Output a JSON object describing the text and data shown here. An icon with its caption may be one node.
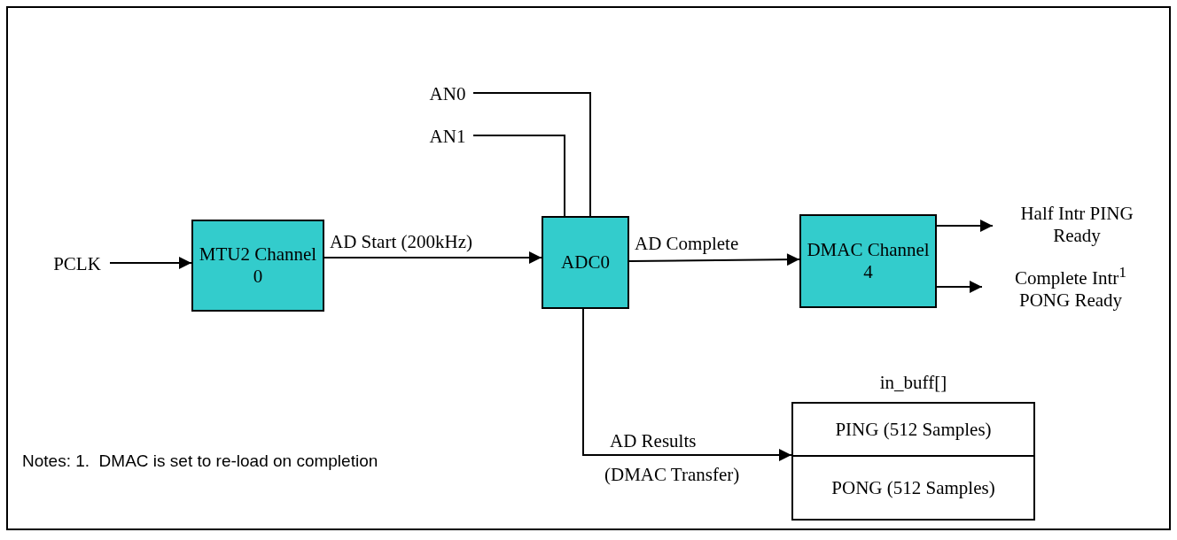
{
  "diagram": {
    "nodes": [
      {
        "text": [
          "PCLK"
        ]
      },
      {
        "text": [
          "MTU2 Channel 0"
        ]
      },
      {
        "text": [
          "AN0"
        ]
      },
      {
        "text": [
          "AN1"
        ]
      },
      {
        "text": [
          "ADC0"
        ]
      },
      {
        "text": [
          "DMAC Channel 4"
        ]
      },
      {
        "text": [
          "Half Intr PING Ready"
        ]
      },
      {
        "text": [
          "Complete Intr$^{1}$ PONG Ready"
        ]
      },
      {
        "text": [
          "in_buff[]"
        ]
      },
      {
        "text": [
          "PING (512 Samples)"
        ],
        "in": 8
      },
      {
        "text": [
          "PONG (512 Samples)"
        ],
        "in": 8
      }
    ],
    "edges": [
      {
        "from": 0,
        "to": 1,
        "arrow": "to"
      },
      {
        "from": 1,
        "to": 4,
        "arrow": "to",
        "label": "AD Start (200kHz)"
      },
      {
        "from": 2,
        "to": 4,
        "arrow": "none"
      },
      {
        "from": 3,
        "to": 4,
        "arrow": "none"
      },
      {
        "from": 4,
        "to": 5,
        "arrow": "to",
        "label": "AD Complete"
      },
      {
        "from": 5,
        "to": 6,
        "arrow": "to"
      },
      {
        "from": 5,
        "to": 7,
        "arrow": "to"
      },
      {
        "from": 4,
        "to": 8,
        "arrow": "to",
        "label": "AD Results"
      }
    ],
    "labels": [
      "(DMAC Transfer)",
      "Notes: 1.  DMAC is set to re-load on completion"
    ]
  }
}
